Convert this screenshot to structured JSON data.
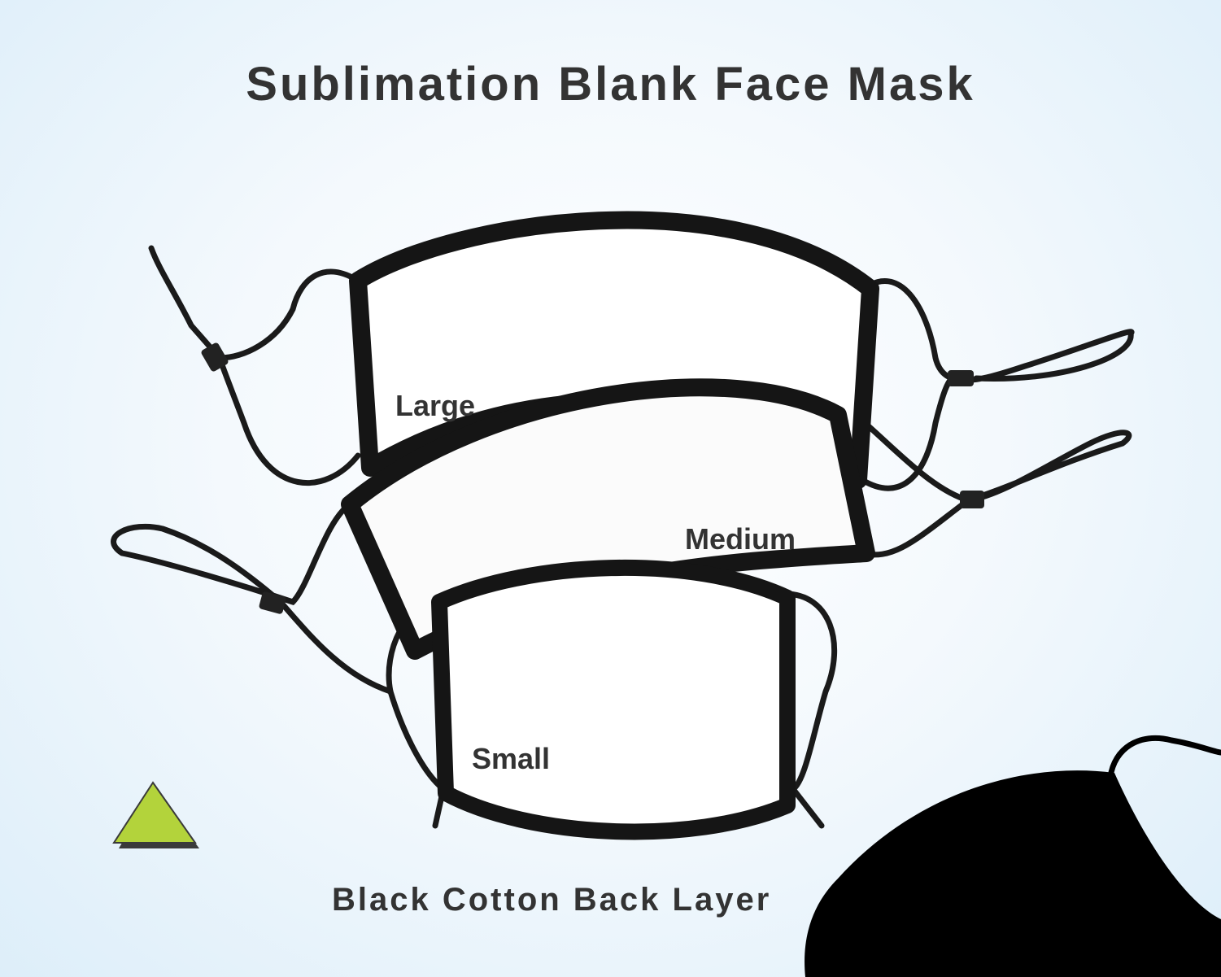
{
  "title": "Sublimation Blank Face Mask",
  "sizes": {
    "large": "Large",
    "medium": "Medium",
    "small": "Small"
  },
  "footer": "Black Cotton Back Layer",
  "colors": {
    "mask_fabric": "#ffffff",
    "mask_trim": "#151515",
    "strap": "#1a1a1a",
    "back_layer": "#000000",
    "triangle": "#b3d33b",
    "text": "#333333"
  },
  "icons": [
    "triangle-icon"
  ]
}
